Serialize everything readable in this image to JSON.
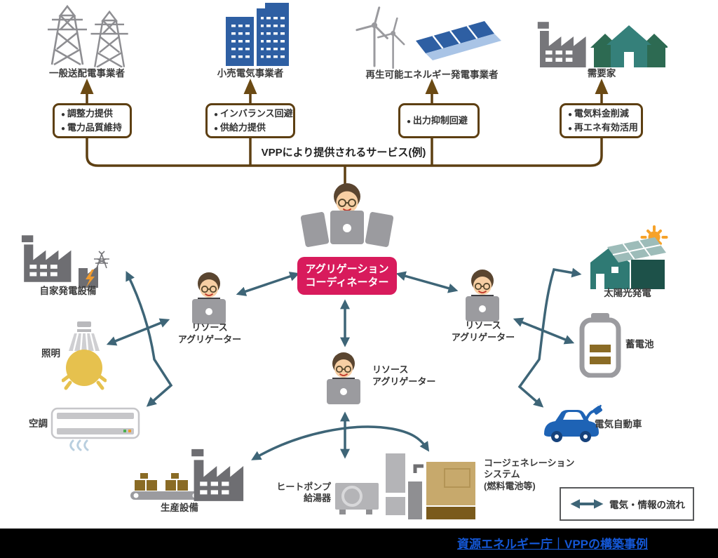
{
  "top_entities": [
    {
      "name": "一般送配電事業者",
      "services": [
        "調整力提供",
        "電力品質維持"
      ]
    },
    {
      "name": "小売電気事業者",
      "services": [
        "インバランス回避",
        "供給力提供"
      ]
    },
    {
      "name": "再生可能エネルギー発電事業者",
      "services": [
        "出力抑制回避"
      ]
    },
    {
      "name": "需要家",
      "services": [
        "電気料金削減",
        "再エネ有効活用"
      ]
    }
  ],
  "bracket_label": "VPPにより提供されるサービス(例)",
  "coordinator": {
    "line1": "アグリゲーション",
    "line2": "コーディネーター"
  },
  "resource_aggregator": {
    "line1": "リソース",
    "line2": "アグリゲーター"
  },
  "resources": {
    "self_generation": "自家発電設備",
    "lighting": "照明",
    "air_conditioning": "空調",
    "production": "生産設備",
    "heat_pump": {
      "line1": "ヒートポンプ",
      "line2": "給湯器"
    },
    "cogeneration": {
      "line1": "コージェネレーション",
      "line2": "システム",
      "line3": "(燃料電池等)"
    },
    "solar": "太陽光発電",
    "battery": "蓄電池",
    "ev": "電気自動車"
  },
  "legend": {
    "label": "電気・情報の流れ"
  },
  "footer": {
    "link_text": "資源エネルギー庁｜VPPの構築事例"
  },
  "colors": {
    "brown": "#5d3f12",
    "arrow_teal": "#3e6577",
    "coordinator_pink": "#d81b5c",
    "link_blue": "#1457d5"
  }
}
